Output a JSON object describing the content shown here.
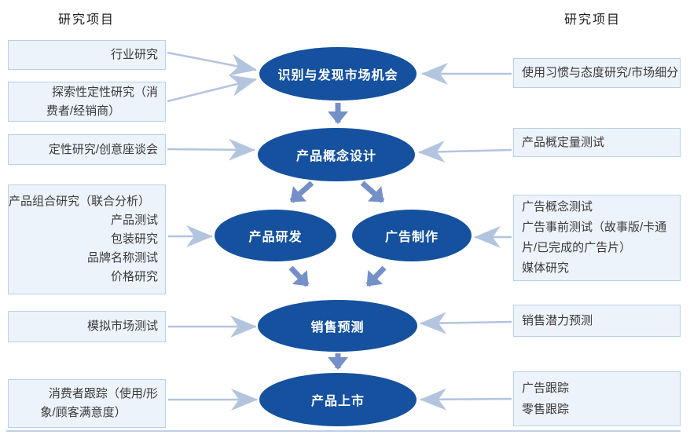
{
  "headers": {
    "left": "研究项目",
    "right": "研究项目"
  },
  "stages": [
    {
      "label": "识别与发现市场机会"
    },
    {
      "label": "产品概念设计"
    },
    {
      "label": "产品研发"
    },
    {
      "label": "广告制作"
    },
    {
      "label": "销售预测"
    },
    {
      "label": "产品上市"
    }
  ],
  "left_boxes": [
    {
      "lines": [
        "行业研究"
      ]
    },
    {
      "lines": [
        "探索性定性研究（消",
        "费者/经销商）"
      ]
    },
    {
      "lines": [
        "定性研究/创意座谈会"
      ]
    },
    {
      "lines": [
        "产品组合研究（联合分析）",
        "产品测试",
        "包装研究",
        "品牌名称测试",
        "价格研究"
      ]
    },
    {
      "lines": [
        "模拟市场测试"
      ]
    },
    {
      "lines": [
        "消费者跟踪（使用/形",
        "象/顾客满意度）"
      ]
    }
  ],
  "right_boxes": [
    {
      "lines": [
        "使用习惯与态度研究/市场细分"
      ]
    },
    {
      "lines": [
        "产品概定量测试"
      ]
    },
    {
      "lines": [
        "广告概念测试",
        "广告事前测试（故事版/卡通",
        "片/已完成的广告片）",
        "媒体研究"
      ]
    },
    {
      "lines": [
        "销售潜力预测"
      ]
    },
    {
      "lines": [
        "广告跟踪",
        "零售跟踪"
      ]
    }
  ],
  "colors": {
    "stage_fill": "#15519e",
    "stage_text": "#ffffff",
    "box_fill": "#edf3fb",
    "box_border": "#b9cfe8",
    "connector_arrow": "#b3c4de",
    "flow_arrow": "#7590c8",
    "divider": "#bfcfe6",
    "text": "#3a3a3a"
  }
}
